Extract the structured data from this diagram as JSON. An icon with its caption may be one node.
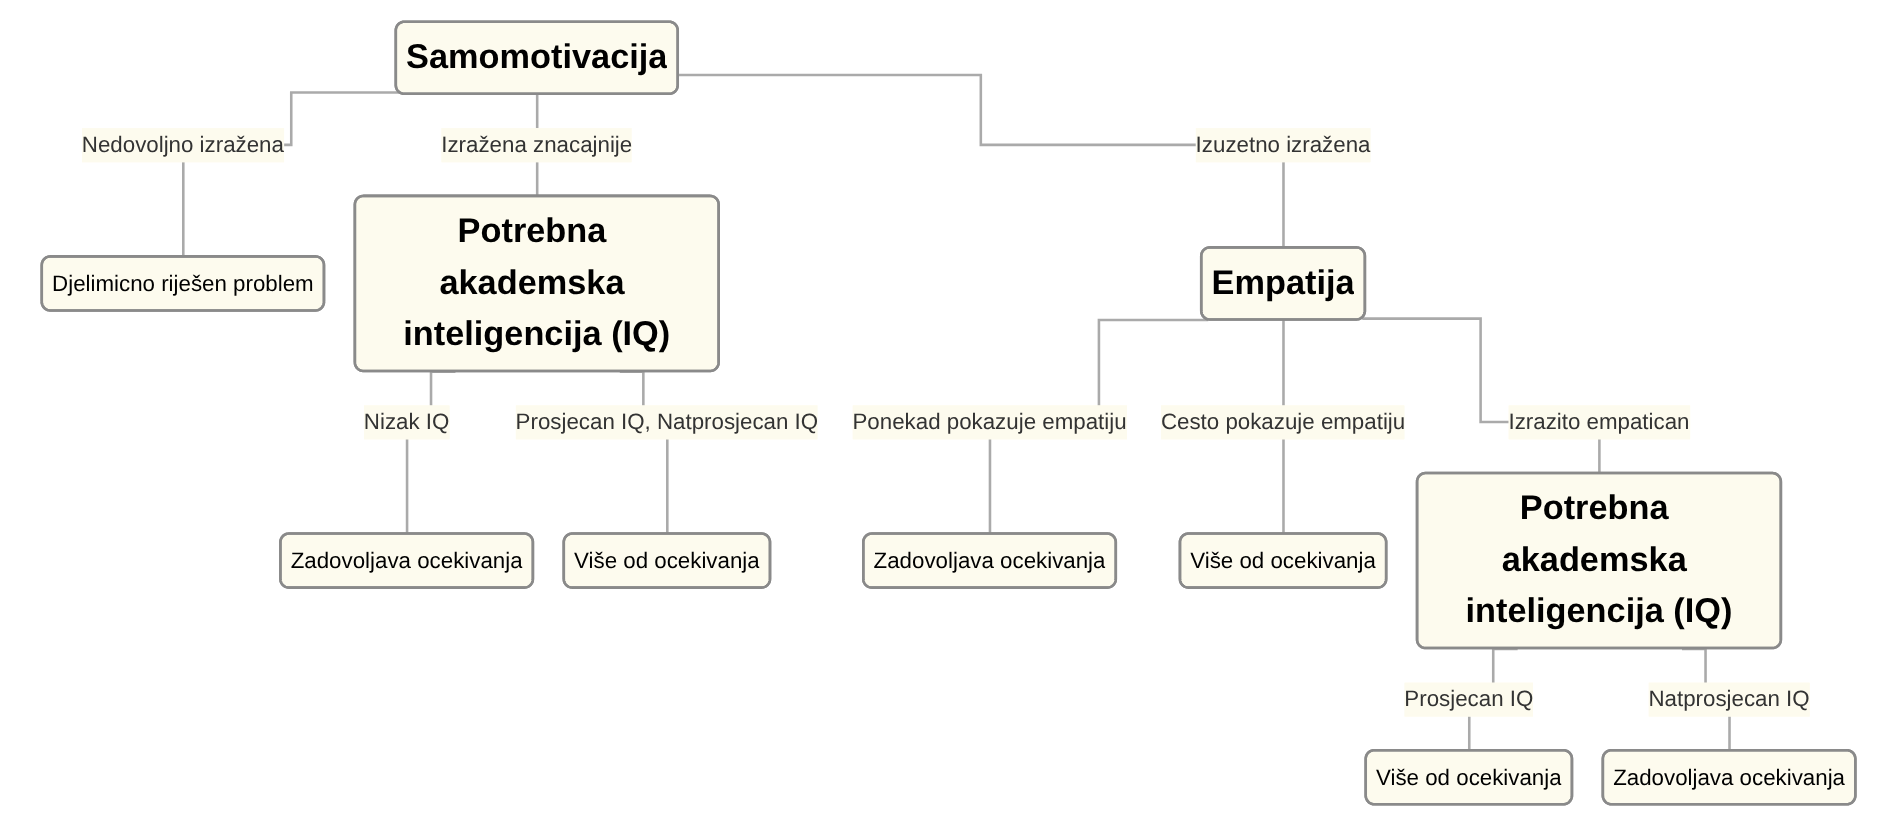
{
  "diagram": {
    "nodes": [
      {
        "text": [
          "Samomotivacija"
        ]
      },
      {
        "text": [
          "Djelimicno riješen problem"
        ]
      },
      {
        "text": [
          "Potrebna akademska inteligencija (IQ)"
        ]
      },
      {
        "text": [
          "Empatija"
        ]
      },
      {
        "text": [
          "Zadovoljava ocekivanja"
        ]
      },
      {
        "text": [
          "Više od ocekivanja"
        ]
      },
      {
        "text": [
          "Zadovoljava ocekivanja"
        ]
      },
      {
        "text": [
          "Više od ocekivanja"
        ]
      },
      {
        "text": [
          "Potrebna akademska inteligencija (IQ)"
        ]
      },
      {
        "text": [
          "Više od ocekivanja"
        ]
      },
      {
        "text": [
          "Zadovoljava ocekivanja"
        ]
      }
    ],
    "edges": [
      {
        "from": 0,
        "to": 1,
        "arrow": "none",
        "label": "Nedovoljno izražena"
      },
      {
        "from": 0,
        "to": 2,
        "arrow": "none",
        "label": "Izražena znacajnije"
      },
      {
        "from": 0,
        "to": 3,
        "arrow": "none",
        "label": "Izuzetno izražena"
      },
      {
        "from": 2,
        "to": 4,
        "arrow": "none",
        "label": "Nizak IQ"
      },
      {
        "from": 2,
        "to": 5,
        "arrow": "none",
        "label": "Prosjecan IQ, Natprosjecan IQ"
      },
      {
        "from": 3,
        "to": 6,
        "arrow": "none",
        "label": "Ponekad pokazuje empatiju"
      },
      {
        "from": 3,
        "to": 7,
        "arrow": "none",
        "label": "Cesto pokazuje empatiju"
      },
      {
        "from": 3,
        "to": 8,
        "arrow": "none",
        "label": "Izrazito empatican"
      },
      {
        "from": 8,
        "to": 9,
        "arrow": "none",
        "label": "Prosjecan IQ"
      },
      {
        "from": 8,
        "to": 10,
        "arrow": "none",
        "label": "Natprosjecan IQ"
      }
    ]
  }
}
